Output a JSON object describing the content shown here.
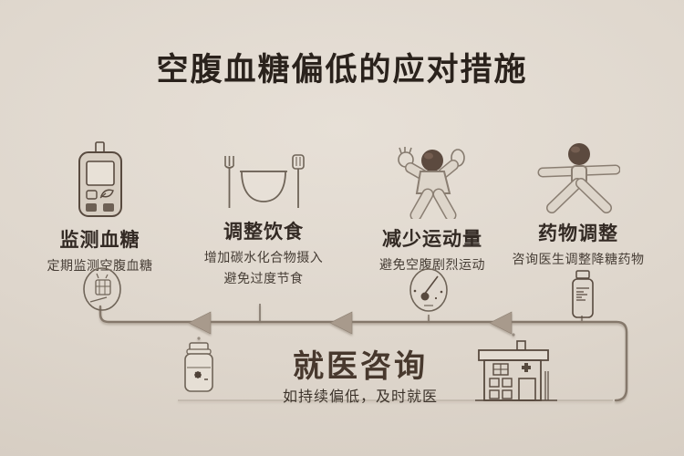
{
  "title": "空腹血糖偏低的应对措施",
  "columns": [
    {
      "heading": "监测血糖",
      "lines": [
        "定期监测空腹血糖"
      ]
    },
    {
      "heading": "调整饮食",
      "lines": [
        "增加碳水化合物摄入",
        "避免过度节食"
      ]
    },
    {
      "heading": "减少运动量",
      "lines": [
        "避免空腹剧烈运动"
      ]
    },
    {
      "heading": "药物调整",
      "lines": [
        "咨询医生调整降糖药物"
      ]
    }
  ],
  "consult": {
    "heading": "就医咨询",
    "note": "如持续偏低，及时就医"
  },
  "icons": {
    "column1": "glucose-meter-icon",
    "column2": "bowl-utensils-icon",
    "column3": "person-arms-up-icon",
    "column4": "person-stretch-icon",
    "badge1": "calendar-meter-circle-icon",
    "badge2": "gauge-circle-icon",
    "badge3": "medicine-bottle-icon",
    "bottom_left": "pill-jar-icon",
    "bottom_right": "hospital-icon"
  },
  "colors": {
    "background": "#ded6cc",
    "outline_stroke": "#6b5d50",
    "limb_fill": "#ddd5ca",
    "head_fill": "#5c4a3f",
    "title_text": "#2a221c",
    "heading_text": "#332a24",
    "body_text": "#463d35",
    "consult_text": "#47382d",
    "flow_line": "#85786b",
    "arrow_fill": "#a89a8c"
  }
}
